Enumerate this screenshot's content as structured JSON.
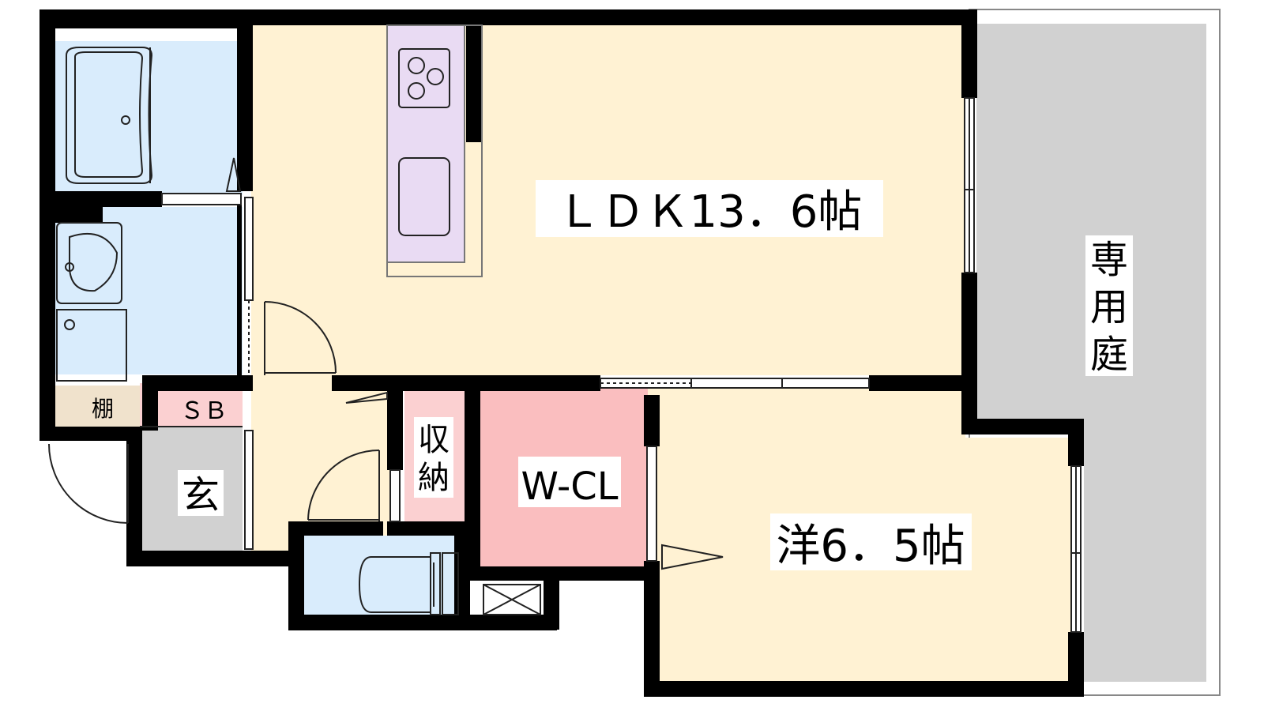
{
  "labels": {
    "ldk": "ＬＤＫ13．6帖",
    "garden": [
      "専",
      "用",
      "庭"
    ],
    "shelf": "棚",
    "shoebox": "ＳＢ",
    "entrance": "玄",
    "storage": [
      "収",
      "納"
    ],
    "wcl": "W-CL",
    "western": "洋6．5帖"
  },
  "colors": {
    "wall": "#000000",
    "ldk_floor": "#fff2d3",
    "wet_area": "#d9ecfc",
    "kitchen_counter": "#e9dbf3",
    "garden": "#d1d1d1",
    "entrance_floor": "#d1d1d1",
    "shoebox": "#fbd0d1",
    "shelf": "#f0e2cc",
    "wcl": "#fabebf",
    "storage": "#fbd0d1"
  }
}
